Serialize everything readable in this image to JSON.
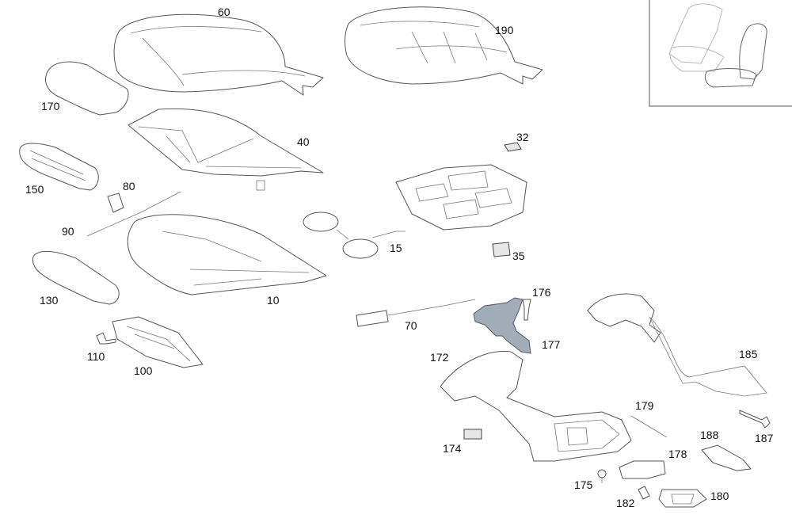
{
  "accent_color": "#a3adb8",
  "callouts": [
    "60",
    "190",
    "170",
    "40",
    "32",
    "150",
    "80",
    "90",
    "15",
    "35",
    "130",
    "10",
    "110",
    "100",
    "176",
    "70",
    "177",
    "185",
    "172",
    "179",
    "188",
    "187",
    "174",
    "178",
    "175",
    "182",
    "180"
  ],
  "thumbnail": {
    "icon": "seat-overview-icon"
  }
}
